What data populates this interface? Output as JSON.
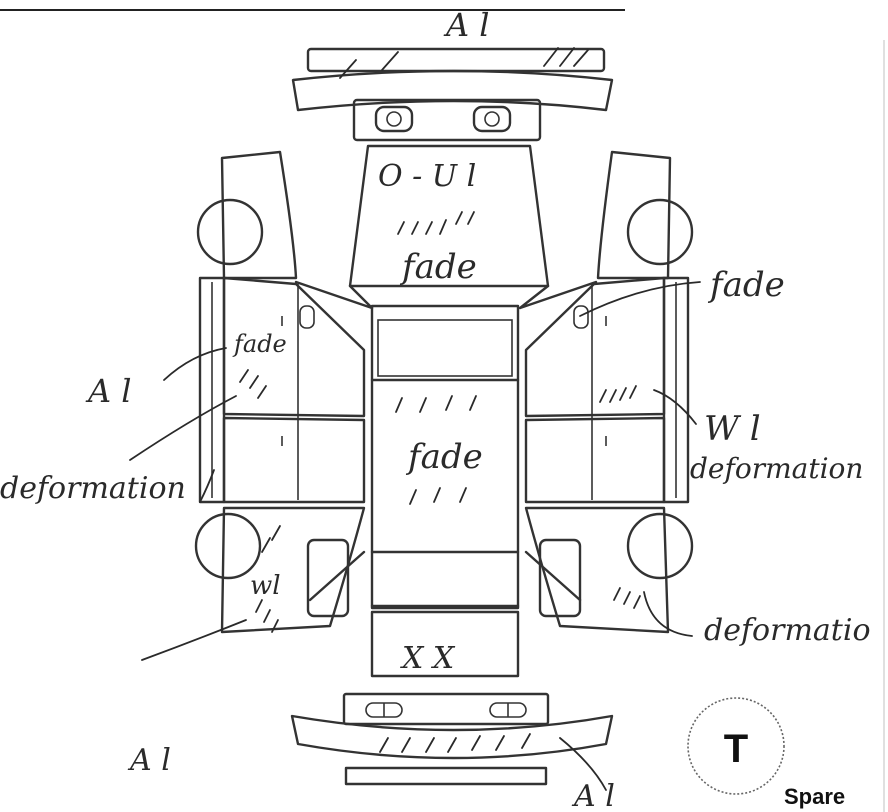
{
  "annotations": {
    "front_bumper": "A l",
    "hood_code": "O - U l",
    "hood_fade": "fade",
    "right_fade": "fade",
    "left_fade": "fade",
    "left_a1": "A l",
    "right_w1": "W l",
    "left_deformation": "deformation",
    "right_deformation": "deformation",
    "roof_fade": "fade",
    "left_w1": "wl",
    "right_deformation_rear": "deformatio",
    "trunk_xx": "X X",
    "left_rear_a1": "A l",
    "rear_bumper_a1": "A l"
  },
  "spare": {
    "symbol": "T",
    "label": "Spare"
  },
  "colors": {
    "ink": "#2a2a2a",
    "outline": "#333333"
  }
}
